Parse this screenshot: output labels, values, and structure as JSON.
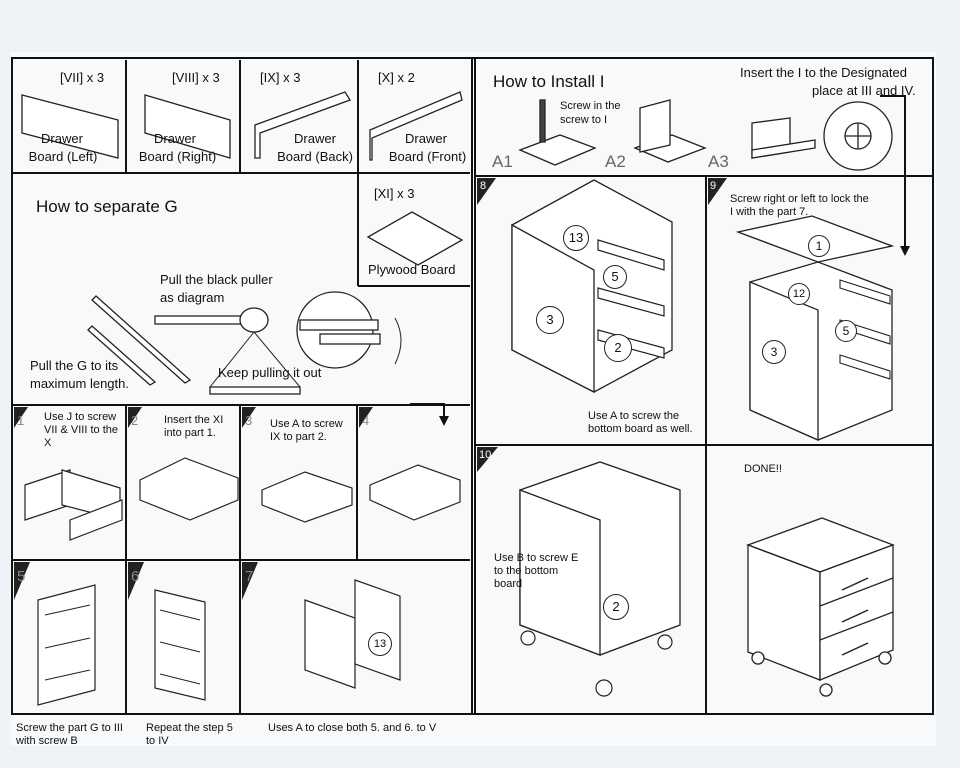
{
  "parts": [
    {
      "code": "[VII] x 3",
      "name_line1": "Drawer",
      "name_line2": "Board (Left)"
    },
    {
      "code": "[VIII] x 3",
      "name_line1": "Drawer",
      "name_line2": "Board (Right)"
    },
    {
      "code": "[IX] x 3",
      "name_line1": "Drawer",
      "name_line2": "Board (Back)"
    },
    {
      "code": "[X] x 2",
      "name_line1": "Drawer",
      "name_line2": "Board (Front)"
    },
    {
      "code": "[XI] x 3",
      "name_line1": "Plywood Board",
      "name_line2": ""
    }
  ],
  "separate_g": {
    "title": "How to separate G",
    "pull_puller": [
      "Pull the black puller",
      "as diagram"
    ],
    "pull_max": [
      "Pull the G to its",
      "maximum length."
    ],
    "keep_pulling": "Keep pulling it out"
  },
  "install_i": {
    "title": "How to Install I",
    "screw_in": [
      "Screw in the",
      "screw to I"
    ],
    "insert": [
      "Insert the I to the Designated",
      "place at III and IV."
    ],
    "sub_labels": [
      "A1",
      "A2",
      "A3"
    ]
  },
  "steps": [
    {
      "num": "1",
      "text": "Use J to screw VII & VIII to the X"
    },
    {
      "num": "2",
      "text": "Insert the XI into part 1."
    },
    {
      "num": "3",
      "text": "Use A to screw IX to part 2."
    },
    {
      "num": "4",
      "text": ""
    },
    {
      "num": "5",
      "text": "Screw the part G to III with screw B"
    },
    {
      "num": "6",
      "text": "Repeat the step 5 to IV"
    },
    {
      "num": "7",
      "text": "Uses A to close both 5. and 6. to  V"
    },
    {
      "num": "8",
      "text": "Use A to screw the bottom board as well."
    },
    {
      "num": "9",
      "text": "Screw right or left to lock the I with the part 7."
    },
    {
      "num": "10",
      "text": "Use B to screw E to the bottom board"
    },
    {
      "num": "",
      "text": "DONE!!"
    }
  ],
  "part_numbers": {
    "p13": "13",
    "p5": "5",
    "p3": "3",
    "p2": "2",
    "p1": "1",
    "p12": "12"
  }
}
